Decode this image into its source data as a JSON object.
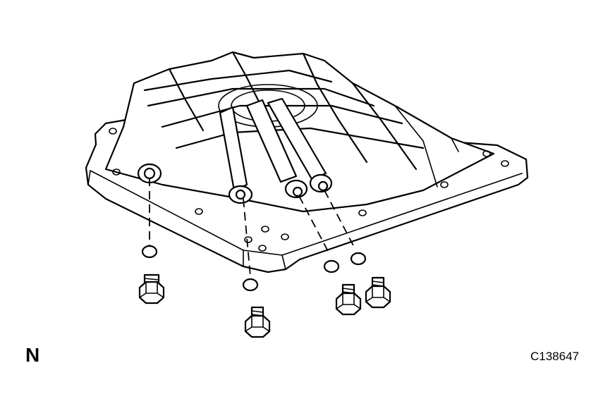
{
  "view_label": "N",
  "figure_code": "C138647",
  "parts": [
    "housing",
    "o-ring",
    "plug"
  ],
  "colors": {
    "ink": "#000000",
    "paper": "#ffffff"
  }
}
